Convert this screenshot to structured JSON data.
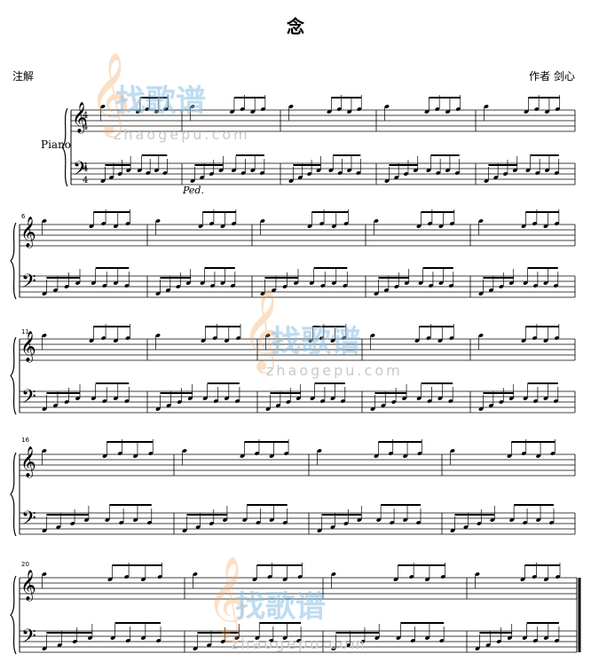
{
  "header": {
    "title": "念",
    "left_label": "注解",
    "composer_label": "作者 剑心"
  },
  "staff": {
    "instrument": "Piano",
    "pedal_mark": "𝆮"
  },
  "measure_numbers": [
    "6",
    "11",
    "16",
    "20"
  ],
  "watermark": {
    "name": "找歌谱",
    "url": "zhaogepu.com",
    "accent_orange": "#f4a460",
    "accent_blue": "#8ac1e6"
  },
  "colors": {
    "ink": "#000000",
    "paper": "#ffffff"
  }
}
